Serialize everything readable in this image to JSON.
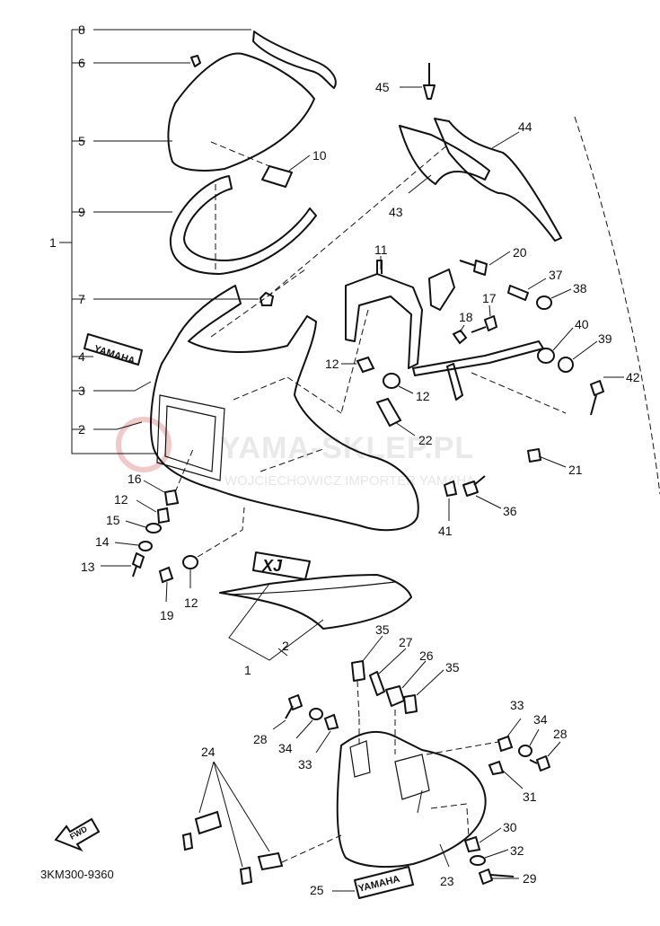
{
  "diagram": {
    "code": "3KM300-9360",
    "fwd_label": "FWD",
    "watermark": {
      "brand": "YAMA-SKLEP.PL",
      "sub": "WOJCIECHOWICZ IMPORTER YAMAHA"
    },
    "decals": {
      "yamaha_top": "YAMAHA",
      "yamaha_bottom": "YAMAHA",
      "xj": "XJ"
    },
    "callouts": {
      "c1": "1",
      "c2": "2",
      "c3": "3",
      "c4": "4",
      "c5": "5",
      "c6": "6",
      "c7": "7",
      "c8": "8",
      "c9": "9",
      "c10": "10",
      "c11": "11",
      "c12a": "12",
      "c12b": "12",
      "c12c": "12",
      "c12d": "12",
      "c13": "13",
      "c14": "14",
      "c15": "15",
      "c16": "16",
      "c17": "17",
      "c18": "18",
      "c19": "19",
      "c20": "20",
      "c21": "21",
      "c22": "22",
      "c23": "23",
      "c24": "24",
      "c25": "25",
      "c26": "26",
      "c27": "27",
      "c28a": "28",
      "c28b": "28",
      "c29": "29",
      "c30": "30",
      "c31": "31",
      "c32": "32",
      "c33a": "33",
      "c33b": "33",
      "c34a": "34",
      "c34b": "34",
      "c35a": "35",
      "c35b": "35",
      "c36": "36",
      "c37": "37",
      "c38": "38",
      "c39": "39",
      "c40": "40",
      "c41": "41",
      "c42": "42",
      "c43": "43",
      "c44": "44",
      "c45": "45",
      "c1b": "1",
      "c2b": "2"
    }
  }
}
